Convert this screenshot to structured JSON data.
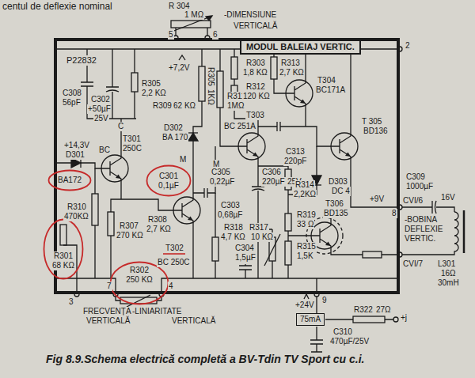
{
  "diagram": {
    "caption": "Fig 8.9.Schema electrică completă a BV-Tdin TV Sport cu c.i.",
    "nodes": [
      {
        "text": [
          "P22832"
        ]
      },
      {
        "text": [
          "MODUL BALEIAJ VERTIC."
        ],
        "in": 0
      },
      {
        "text": [
          "BA172"
        ],
        "in": 0
      },
      {
        "text": [
          "C301",
          "0,1µF"
        ],
        "in": 0
      },
      {
        "text": [
          "R301",
          "68 KΩ"
        ],
        "in": 0
      },
      {
        "text": [
          "R302",
          "250 KΩ"
        ]
      },
      {
        "text": [
          "75mA"
        ]
      }
    ],
    "labels": [
      "centul de deflexie nominal",
      "R 304",
      "1 MΩ",
      "5",
      "6",
      "-DIMENSIUNE",
      "VERTICALĂ",
      "2",
      "C308",
      "56pF",
      "C302",
      "+50µF",
      "25V",
      "C",
      "R305",
      "2,2 KΩ",
      "R309",
      "62 KΩ",
      "+7,2V",
      "R305",
      "1KΩ",
      "R311",
      "1MΩ",
      "R303",
      "1,8 KΩ",
      "R313",
      "2,7 KΩ",
      "R312",
      "120 KΩ",
      "T304",
      "BC171A",
      "T 305",
      "BD136",
      "D302",
      "BA 170",
      "T303",
      "BC 251A",
      "+14,3V",
      "D301",
      "T301",
      "BC",
      "250C",
      "M",
      "M",
      "C305",
      "0,22µF",
      "C303",
      "0,68µF",
      "C306",
      "220µF",
      "25V",
      "C313",
      "220pF",
      "R314",
      "2,2KΩ",
      "D303",
      "DC 4",
      "T306",
      "BD135",
      "R310",
      "470KΩ",
      "R307",
      "270 KΩ",
      "R308",
      "2,7 KΩ",
      "T302",
      "BC 250C",
      "R318",
      "4,7 KΩ",
      "R317",
      "10 KΩ",
      "C304",
      "1,5µF",
      "R319",
      "33 Ω",
      "R315",
      "1,5K",
      "C309",
      "1000µF",
      "16V",
      "+9V",
      "CVI/6",
      "8",
      "-BOBINA",
      "DEFLEXIE",
      "VERTIC.",
      "L301",
      "16Ω",
      "30mH",
      "CVI/7",
      "3",
      "7",
      "4",
      "FRECVENȚA",
      "-LINIARITATE",
      "VERTICALĂ",
      "VERTICALĂ",
      "9",
      "+24V",
      "R322",
      "27Ω",
      "+j",
      "C310",
      "470µF/25V"
    ]
  }
}
